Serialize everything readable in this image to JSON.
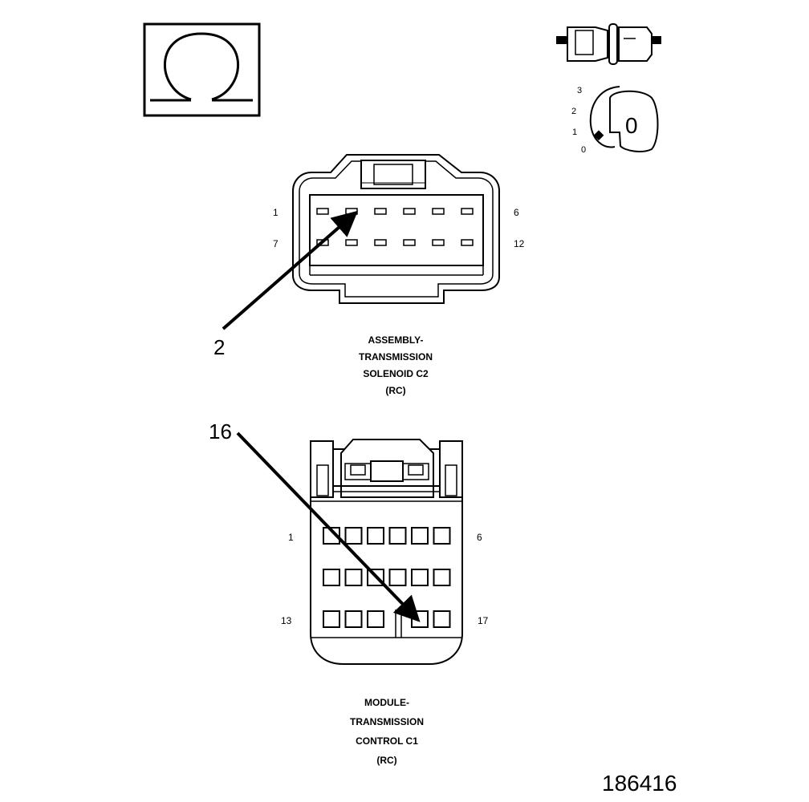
{
  "ohmmeter_symbol": "Ω",
  "switch_icon": {
    "positions": [
      "3",
      "2",
      "1",
      "0"
    ],
    "key_label": "0"
  },
  "connector_c2": {
    "pin_first_top": "1",
    "pin_last_top": "6",
    "pin_first_bottom": "7",
    "pin_last_bottom": "12",
    "callout": "2",
    "caption": [
      "ASSEMBLY-",
      "TRANSMISSION",
      "SOLENOID C2",
      "(RC)"
    ]
  },
  "connector_c1": {
    "pin_first_top": "1",
    "pin_last_top": "6",
    "pin_first_bottom": "13",
    "pin_last_bottom": "17",
    "callout": "16",
    "caption": [
      "MODULE-",
      "TRANSMISSION",
      "CONTROL C1",
      "(RC)"
    ]
  },
  "figure_number": "186416"
}
